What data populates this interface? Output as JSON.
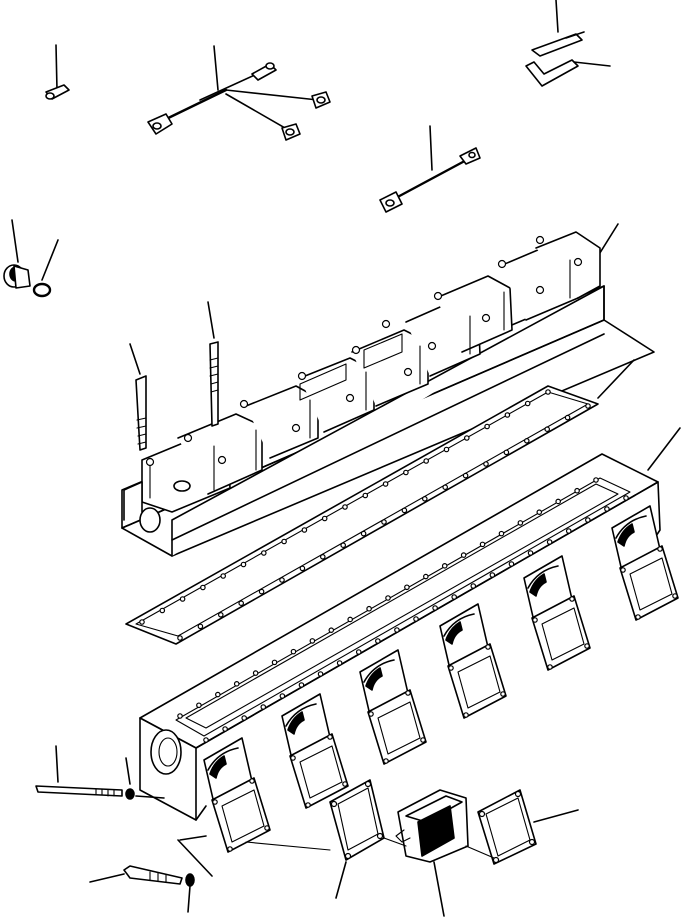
{
  "diagram": {
    "kind": "exploded-parts-view",
    "line_color": "#000000",
    "background": "#ffffff",
    "parts": [
      "bolt-top-left",
      "wiring-harness-y",
      "bracket-top-right",
      "clip-top-right",
      "link-rod",
      "plug",
      "snap-ring",
      "rocker-cover",
      "long-bolt-a",
      "long-bolt-b",
      "cover-gasket",
      "intake-manifold",
      "stud-bolt",
      "washer",
      "bolt-lower",
      "washer-lower",
      "port-gasket-left",
      "heater-element",
      "port-gasket-right"
    ]
  }
}
